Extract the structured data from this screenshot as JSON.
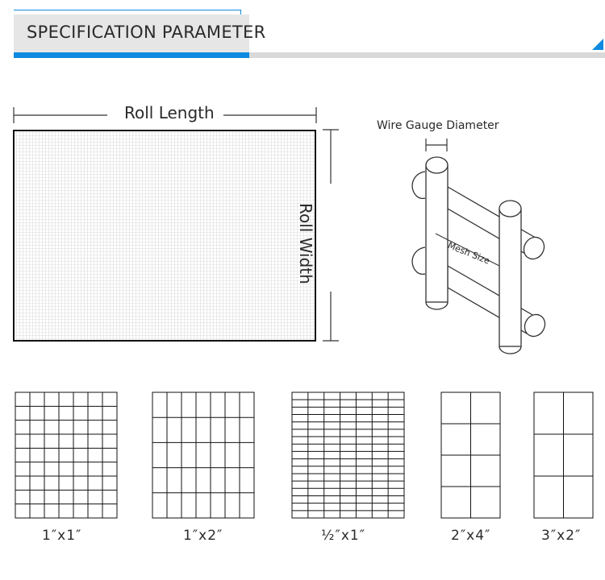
{
  "header": {
    "title": "SPECIFICATION PARAMETER",
    "accent_color": "#0f8ae0",
    "bar_color": "#d9d9d9",
    "tab_color": "#e6e6e6"
  },
  "roll_diagram": {
    "length_label": "Roll Length",
    "width_label": "Roll Width"
  },
  "wire_diagram": {
    "gauge_label": "Wire Gauge Diameter",
    "mesh_label": "Mesh Size"
  },
  "mesh_samples": [
    {
      "label": "1″x1″",
      "cols": 7,
      "rows": 9
    },
    {
      "label": "1″x2″",
      "cols": 7,
      "rows": 5
    },
    {
      "label": "½″x1″",
      "cols": 7,
      "rows": 17
    },
    {
      "label": "2″x4″",
      "cols": 2,
      "rows": 4
    },
    {
      "label": "3″x2″",
      "cols": 2,
      "rows": 3
    }
  ]
}
